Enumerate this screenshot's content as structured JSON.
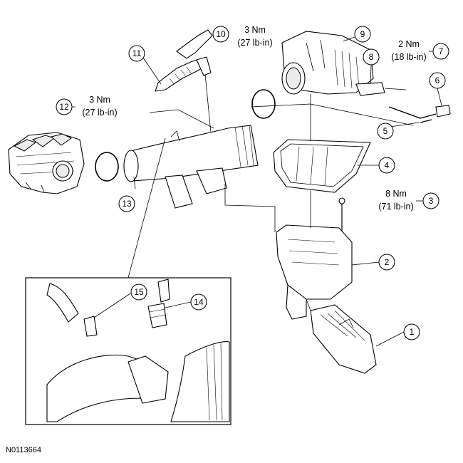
{
  "callouts": [
    {
      "id": "1",
      "label": "1"
    },
    {
      "id": "2",
      "label": "2"
    },
    {
      "id": "3",
      "label": "3"
    },
    {
      "id": "4",
      "label": "4"
    },
    {
      "id": "5",
      "label": "5"
    },
    {
      "id": "6",
      "label": "6"
    },
    {
      "id": "7",
      "label": "7"
    },
    {
      "id": "8",
      "label": "8"
    },
    {
      "id": "9",
      "label": "9"
    },
    {
      "id": "10",
      "label": "10"
    },
    {
      "id": "11",
      "label": "11"
    },
    {
      "id": "12",
      "label": "12"
    },
    {
      "id": "13",
      "label": "13"
    },
    {
      "id": "14",
      "label": "14"
    },
    {
      "id": "15",
      "label": "15"
    }
  ],
  "torque_specs": {
    "item_3": {
      "nm": "8 Nm",
      "lbin": "(71 lb-in)"
    },
    "item_7": {
      "nm": "2 Nm",
      "lbin": "(18 lb-in)"
    },
    "item_10": {
      "nm": "3 Nm",
      "lbin": "(27 lb-in)"
    },
    "item_12": {
      "nm": "3 Nm",
      "lbin": "(27 lb-in)"
    }
  },
  "figure_id": "N0113664"
}
